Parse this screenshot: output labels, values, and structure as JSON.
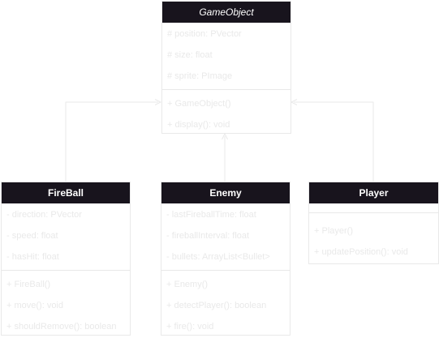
{
  "diagram": {
    "classes": {
      "gameobject": {
        "name": "GameObject",
        "attributes": [
          "# position: PVector",
          "# size: float",
          "# sprite: PImage"
        ],
        "methods": [
          "+ GameObject()",
          "+ display(): void"
        ]
      },
      "fireball": {
        "name": "FireBall",
        "attributes": [
          "- direction: PVector",
          "- speed: float",
          "- hasHit: float"
        ],
        "methods": [
          "+ FireBall()",
          "+ move(): void",
          "+ shouldRemove(): boolean"
        ]
      },
      "enemy": {
        "name": "Enemy",
        "attributes": [
          "- lastFireballTime: float",
          "- fireballInterval: float",
          "- bullets: ArrayList<Bullet>"
        ],
        "methods": [
          "+ Enemy()",
          "+ detectPlayer(): boolean",
          "+ fire(): void"
        ]
      },
      "player": {
        "name": "Player",
        "attributes": [],
        "methods": [
          "+ Player()",
          "+ updatePosition(): void"
        ]
      }
    },
    "colors": {
      "header_bg": "#18141d",
      "header_text": "#ffffff",
      "border": "#e9e9e9",
      "member_text": "#e9e9e9"
    },
    "relations": [
      {
        "from": "FireBall",
        "to": "GameObject",
        "type": "inheritance"
      },
      {
        "from": "Enemy",
        "to": "GameObject",
        "type": "inheritance"
      },
      {
        "from": "Player",
        "to": "GameObject",
        "type": "inheritance"
      }
    ]
  }
}
